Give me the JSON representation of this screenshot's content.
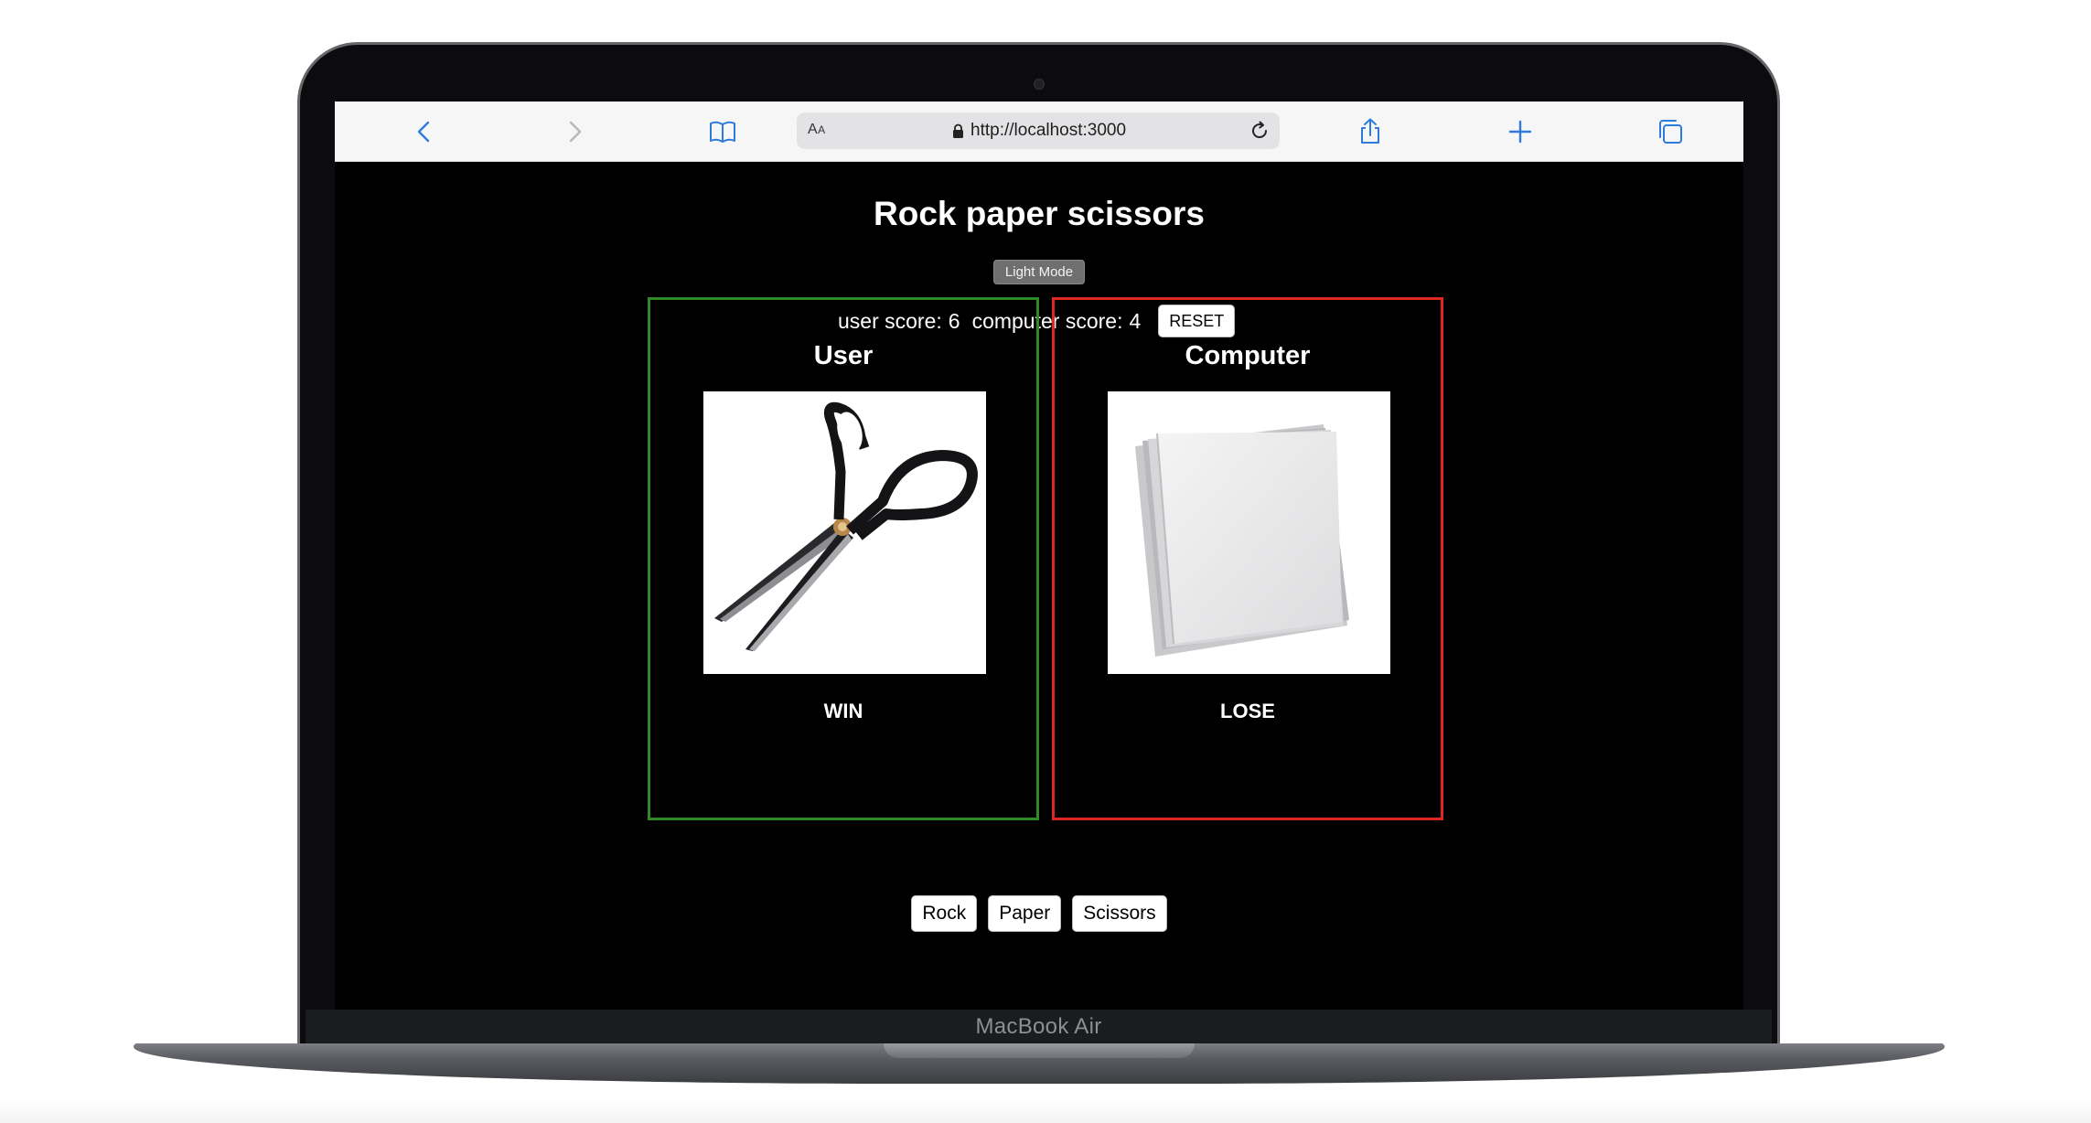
{
  "device": {
    "label": "MacBook Air"
  },
  "browser": {
    "aa_label_big": "A",
    "aa_label_small": "A",
    "url": "http://localhost:3000",
    "accent_color": "#2f7bdc"
  },
  "app": {
    "title": "Rock paper scissors",
    "mode_toggle_label": "Light Mode",
    "scores": {
      "user_label": "user score:",
      "user_value": "6",
      "computer_label": "computer score:",
      "computer_value": "4"
    },
    "reset_label": "RESET",
    "user_card": {
      "title": "User",
      "choice_image": "scissors",
      "result": "WIN",
      "border_color": "#2f8a25"
    },
    "computer_card": {
      "title": "Computer",
      "choice_image": "paper",
      "result": "LOSE",
      "border_color": "#e0271f"
    },
    "choices": [
      {
        "label": "Rock"
      },
      {
        "label": "Paper"
      },
      {
        "label": "Scissors"
      }
    ]
  }
}
